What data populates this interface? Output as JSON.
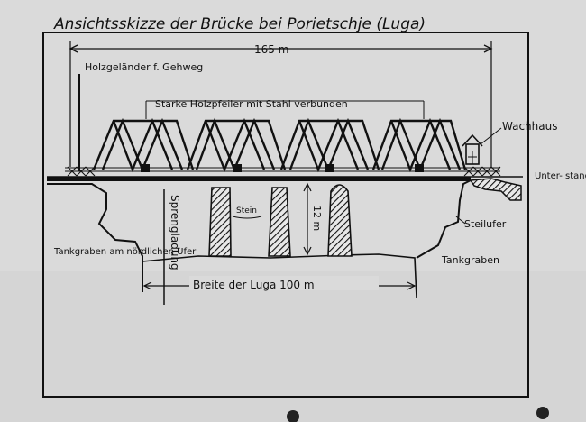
{
  "title": "Ansichtsskizze der Brücke bei Porietschje (Luga)",
  "labels": {
    "length_total": "165 m",
    "railing": "Holzgeländer f. Gehweg",
    "piers": "Starke Holzpfeiler mit Stahl verbunden",
    "guardhouse": "Wachhaus",
    "shelter": "Unter- stand",
    "stone": "Stein",
    "height": "12 m",
    "demolition": "Sprengladung",
    "steep_bank": "Steilufer",
    "tank_ditch_north": "Tankgraben am nördlichen Ufer",
    "tank_ditch_south": "Tankgraben",
    "river_width": "Breite der Luga 100 m"
  },
  "colors": {
    "paper": "#d9d9d9",
    "ink": "#111111"
  }
}
